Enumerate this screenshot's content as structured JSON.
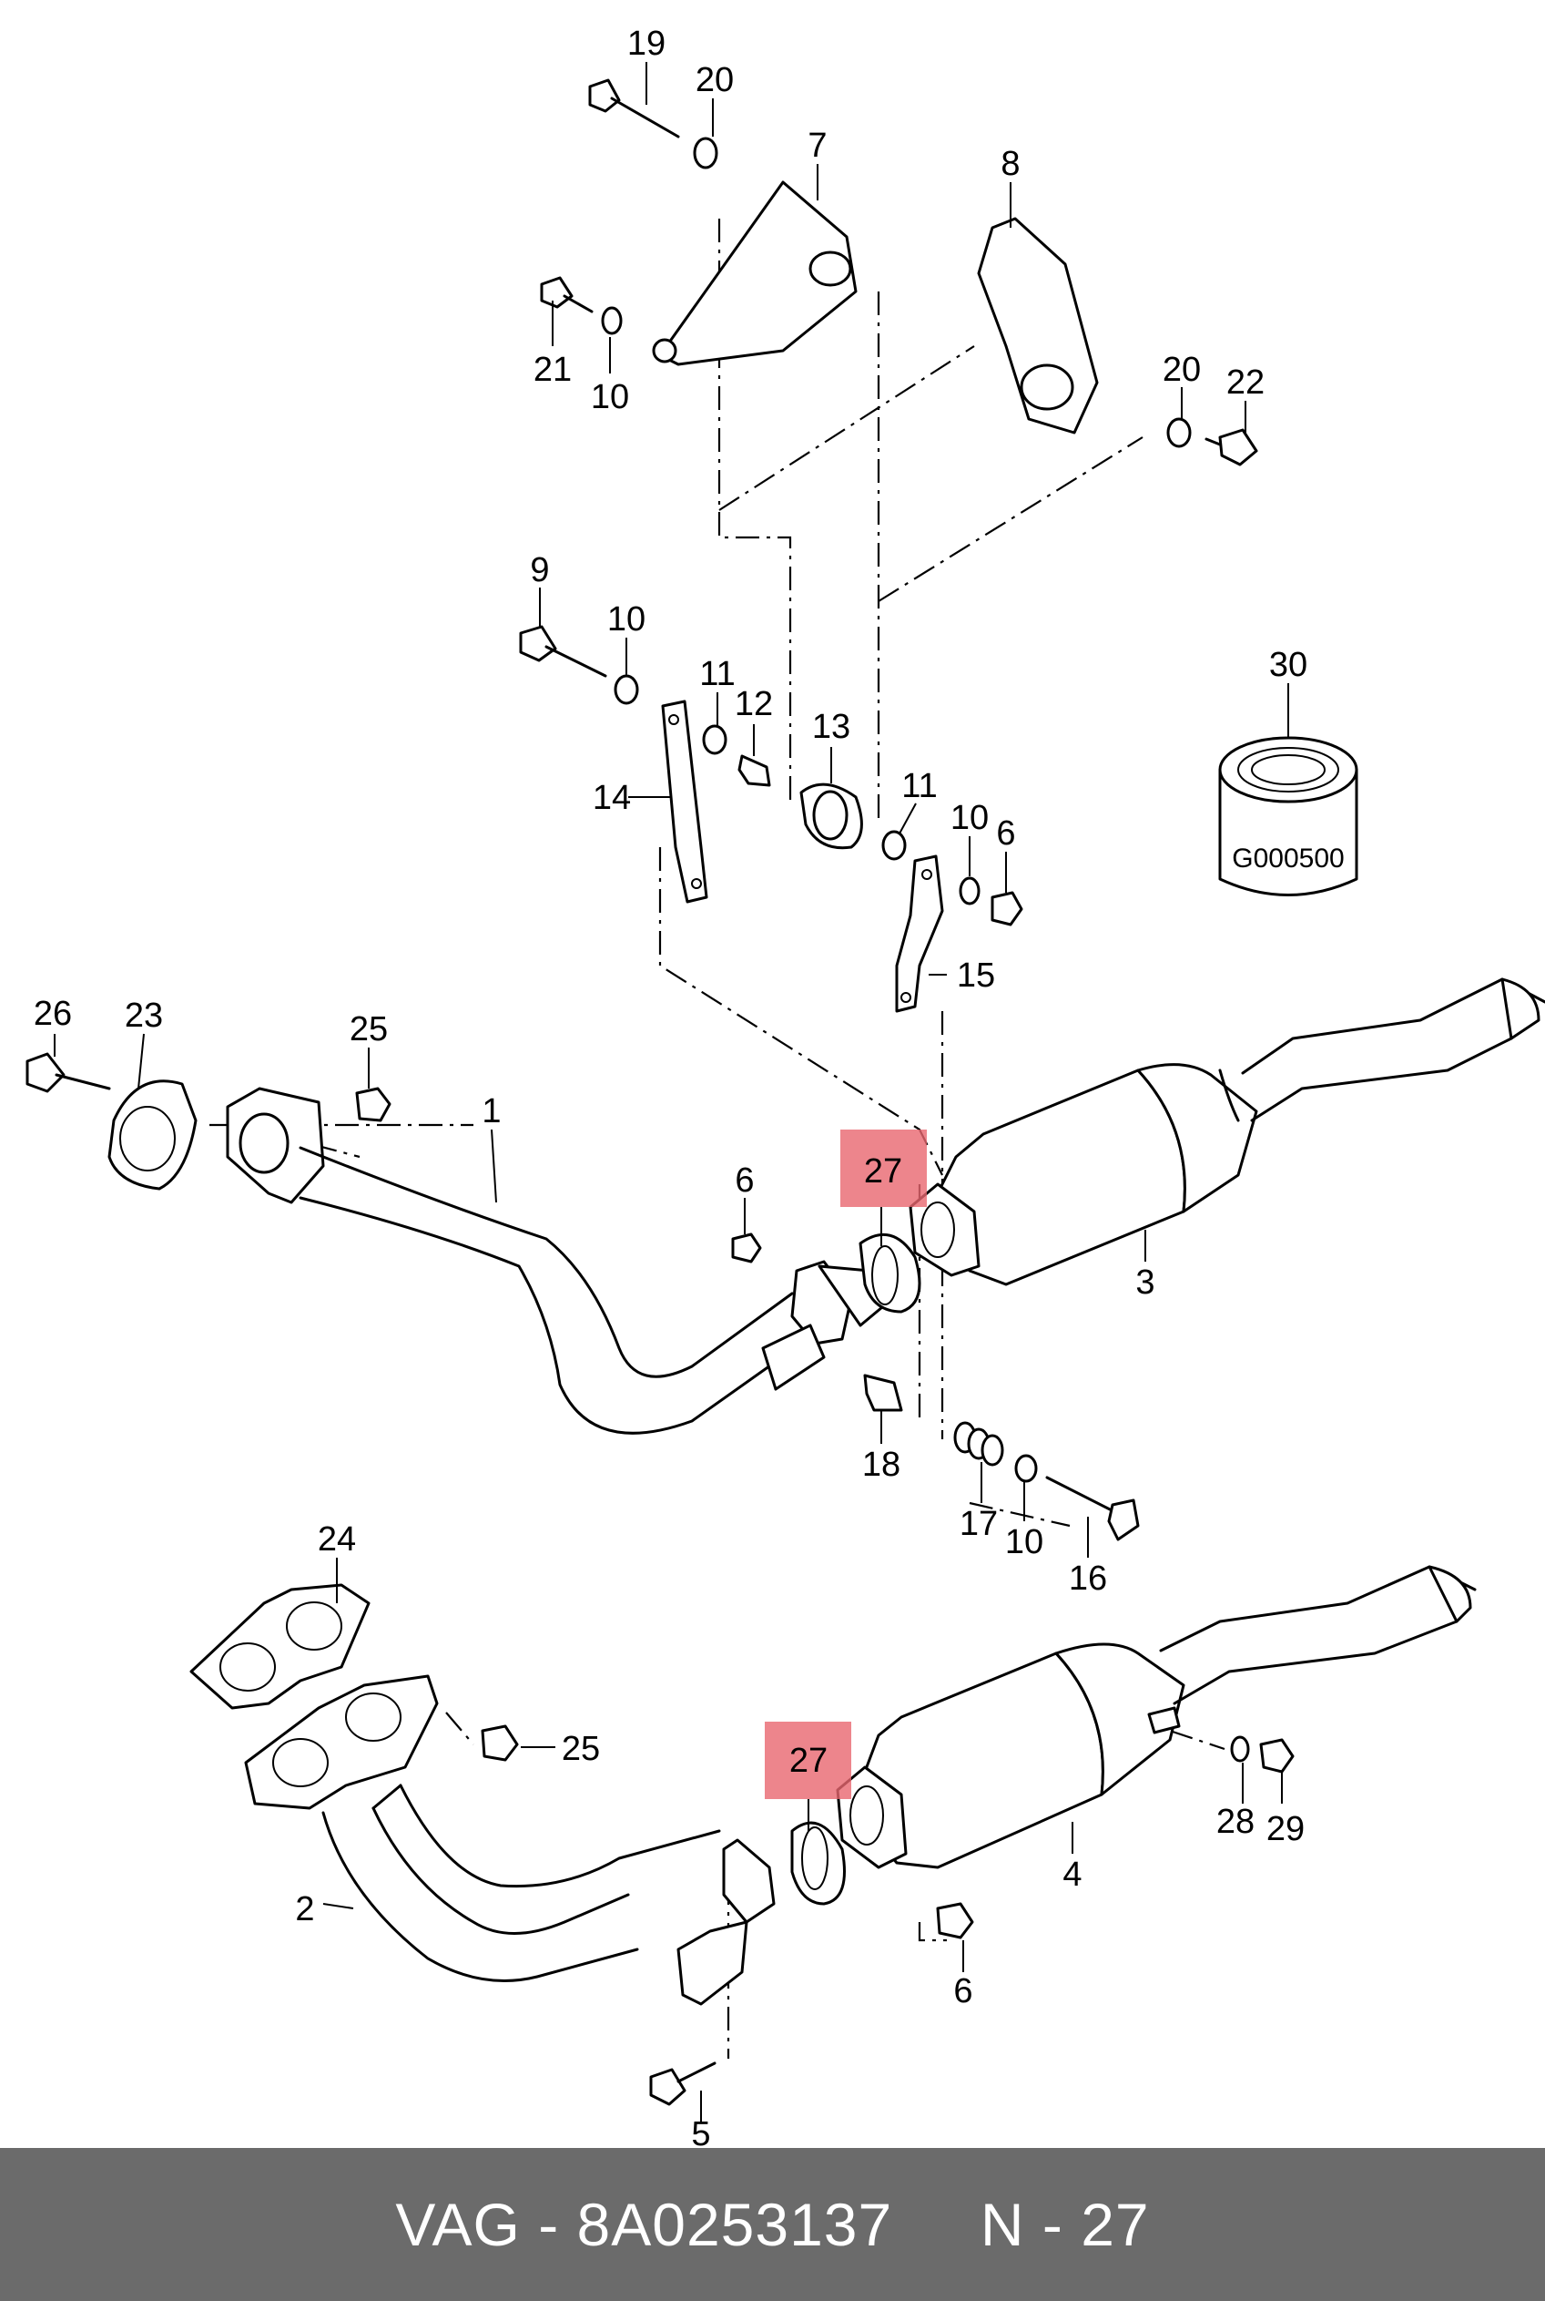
{
  "diagram": {
    "callouts": {
      "c1": "1",
      "c2": "2",
      "c3": "3",
      "c4": "4",
      "c5": "5",
      "c6a": "6",
      "c6b": "6",
      "c6c": "6",
      "c7": "7",
      "c8": "8",
      "c9": "9",
      "c10a": "10",
      "c10b": "10",
      "c10c": "10",
      "c10d": "10",
      "c11a": "11",
      "c11b": "11",
      "c12": "12",
      "c13": "13",
      "c14": "14",
      "c15": "15",
      "c16": "16",
      "c17": "17",
      "c18": "18",
      "c19": "19",
      "c20a": "20",
      "c20b": "20",
      "c21": "21",
      "c22": "22",
      "c23": "23",
      "c24": "24",
      "c25a": "25",
      "c25b": "25",
      "c26": "26",
      "c27a": "27",
      "c27b": "27",
      "c28": "28",
      "c29": "29",
      "c30": "30"
    },
    "highlight_color": "#e8676f",
    "part30_code": "G000500"
  },
  "footer": {
    "text": "VAG - 8A0253137     N - 27",
    "background": "#6b6b6b"
  }
}
